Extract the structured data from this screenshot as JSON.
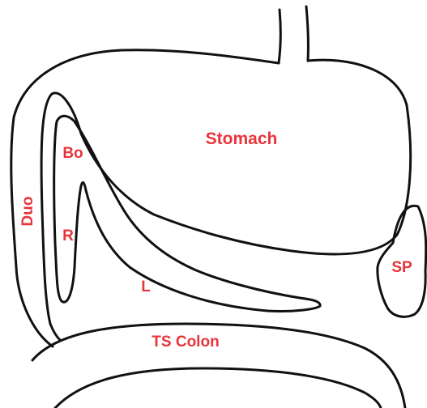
{
  "labels": {
    "stomach": "Stomach",
    "duodenum": "Duo",
    "bowel": "Bo",
    "right": "R",
    "left": "L",
    "spleen": "SP",
    "colon": "TS Colon"
  },
  "colors": {
    "outline": "#111111",
    "label": "#e8343a",
    "background": "#ffffff"
  }
}
